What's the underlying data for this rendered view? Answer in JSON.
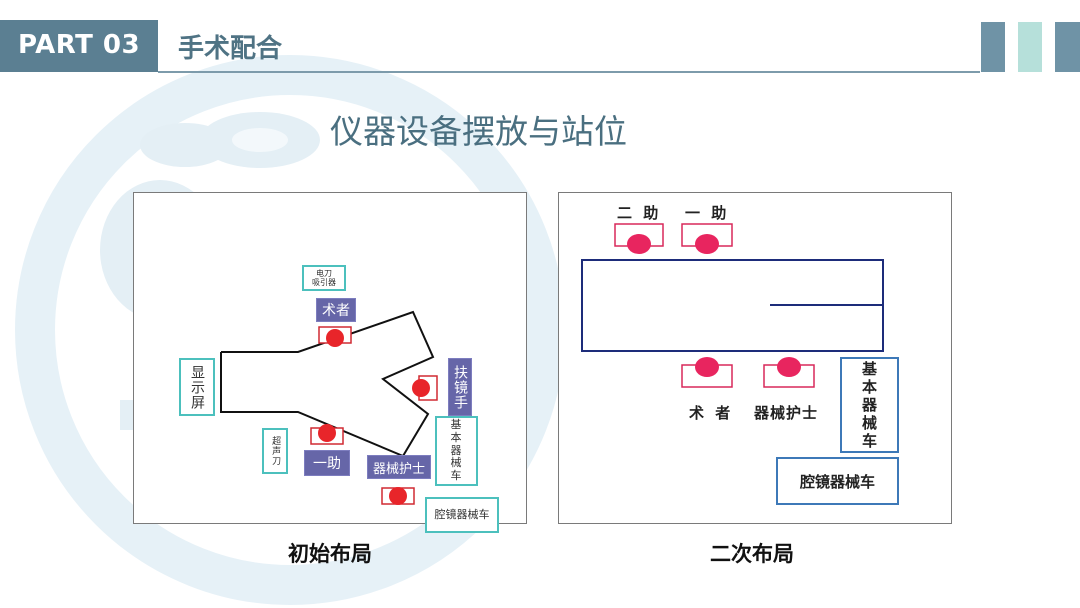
{
  "header": {
    "part_label": "PART 03",
    "section_title": "手术配合"
  },
  "slide_title": "仪器设备摆放与站位",
  "colors": {
    "accent": "#5b7f92",
    "teal": "#4cc0bd",
    "purple": "#6666a8",
    "seat_red": "#e8252a",
    "seat_pink": "#e8255f",
    "box_blue": "#3d79b8",
    "table_navy": "#1d2c7a"
  },
  "diagram_initial": {
    "caption": "初始布局",
    "labels": {
      "electrocautery": "电刀\n吸引器",
      "surgeon": "术者",
      "monitor": "显示屏",
      "scope_holder": "扶镜手",
      "ultrasonic_knife": "超声刀",
      "first_assistant": "一助",
      "scrub_nurse": "器械护士",
      "basic_cart": "基本器械车",
      "laparoscopic_cart": "腔镜器械车"
    }
  },
  "diagram_second": {
    "caption": "二次布局",
    "labels": {
      "second_assistant": "二 助",
      "first_assistant": "一 助",
      "surgeon": "术 者",
      "scrub_nurse": "器械护士",
      "basic_cart": "基本器械车",
      "laparoscopic_cart": "腔镜器械车"
    }
  }
}
